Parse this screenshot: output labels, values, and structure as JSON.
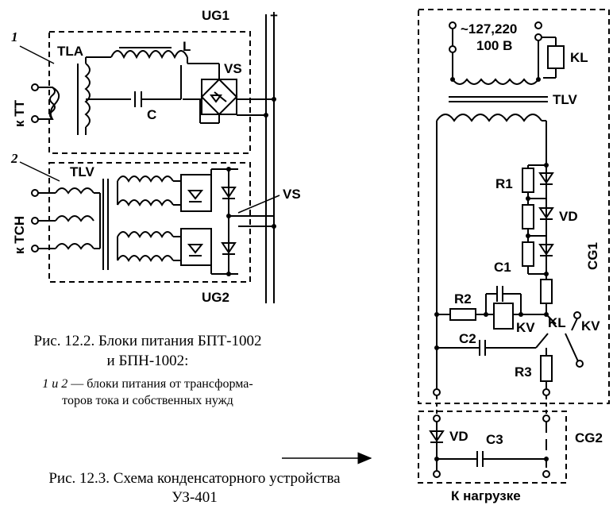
{
  "ug1": {
    "block_label": "UG1",
    "marker": "1",
    "input_label": "к ТТ",
    "transformer": "TLA",
    "inductor": "L",
    "capacitor": "C",
    "rectifier": "VS"
  },
  "ug2": {
    "block_label": "UG2",
    "marker": "2",
    "input_label": "к ТСН",
    "transformer": "TLV",
    "rectifier": "VS"
  },
  "bus": {
    "plus": "+"
  },
  "cg1": {
    "block_label": "CG1",
    "supply_line1": "~127,220",
    "supply_line2": "100 В",
    "relay": "KL",
    "transformer": "TLV",
    "r1": "R1",
    "vd": "VD",
    "c1": "C1",
    "r2": "R2",
    "kv": "KV",
    "kl_contact": "KL",
    "kv_contact": "KV",
    "c2": "C2",
    "r3": "R3"
  },
  "cg2": {
    "block_label": "CG2",
    "vd": "VD",
    "c3": "C3",
    "output_label": "К нагрузке"
  },
  "captions": {
    "fig_12_2_line1": "Рис. 12.2. Блоки питания БПТ-1002",
    "fig_12_2_line2": "и БПН-1002:",
    "legend_numbers": "1 и 2",
    "legend_text": " — блоки питания от трансформа-",
    "legend_line2": "торов тока и собственных нужд",
    "fig_12_3_line1": "Рис. 12.3. Схема конденсаторного устройства",
    "fig_12_3_line2": "УЗ-401"
  }
}
